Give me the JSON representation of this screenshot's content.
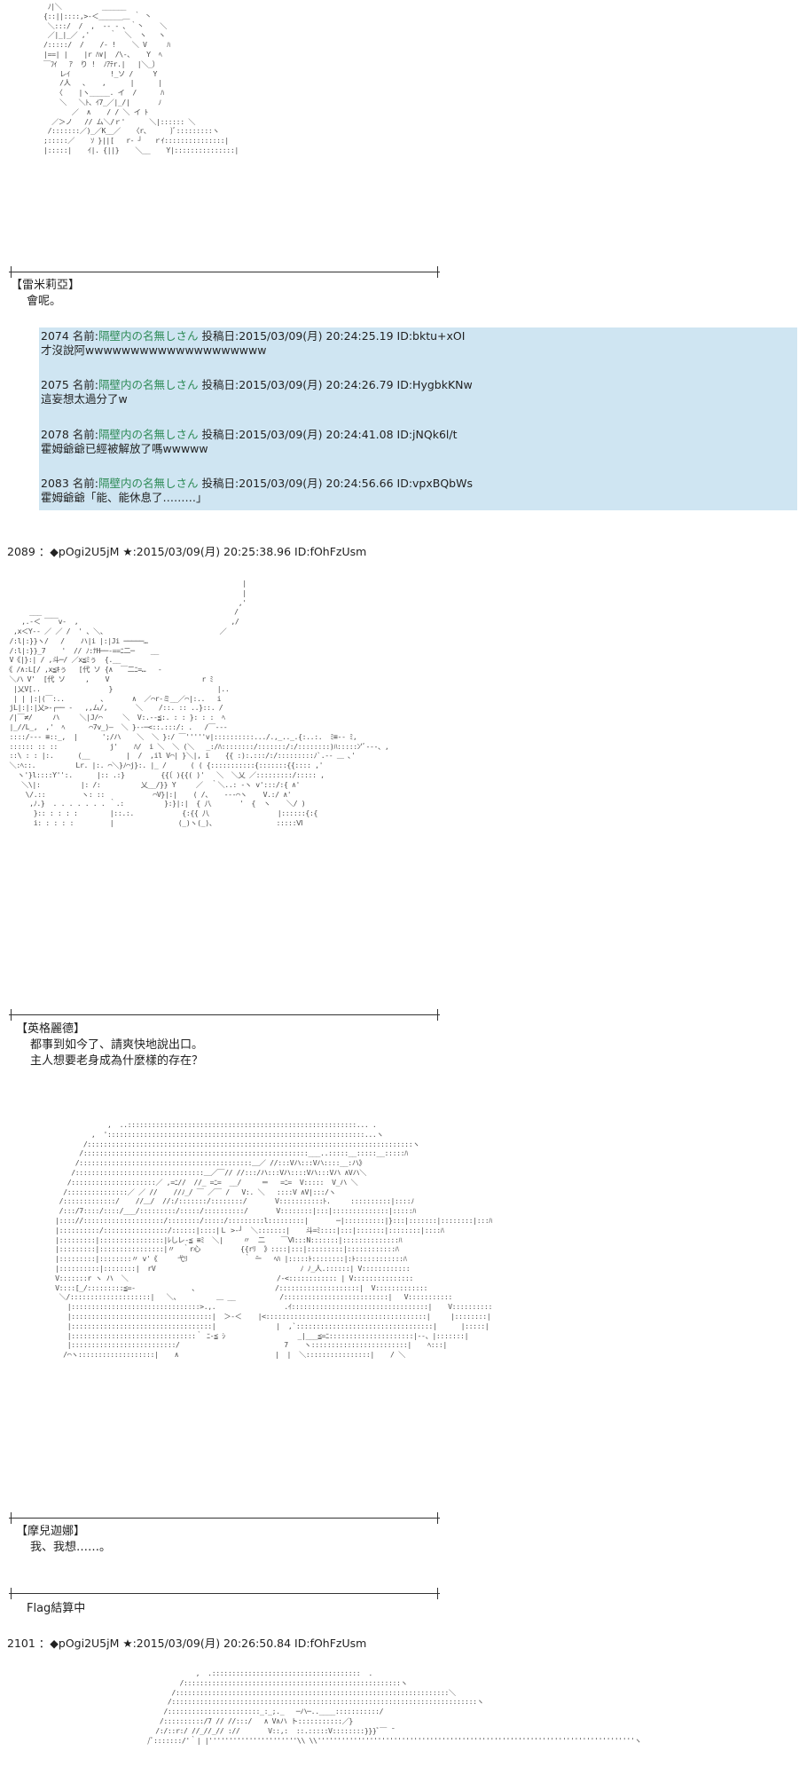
{
  "sections": [
    {
      "speaker": "【雷米莉亞】",
      "lines": [
        "會呢。"
      ]
    }
  ],
  "replies": [
    {
      "num": "2074",
      "label": "名前:",
      "name": "隔壁内の名無しさん",
      "date_label": "投稿日:",
      "date": "2015/03/09(月) 20:24:25.19",
      "id": "ID:bktu+xOI",
      "text": "才沒說阿wwwwwwwwwwwwwwwwwwww"
    },
    {
      "num": "2075",
      "label": "名前:",
      "name": "隔壁内の名無しさん",
      "date_label": "投稿日:",
      "date": "2015/03/09(月) 20:24:26.79",
      "id": "ID:HygbkKNw",
      "text": "這妄想太過分了w"
    },
    {
      "num": "2078",
      "label": "名前:",
      "name": "隔壁内の名無しさん",
      "date_label": "投稿日:",
      "date": "2015/03/09(月) 20:24:41.08",
      "id": "ID:jNQk6l/t",
      "text": "霍姆爺爺已經被解放了嗎wwwww"
    },
    {
      "num": "2083",
      "label": "名前:",
      "name": "隔壁内の名無しさん",
      "date_label": "投稿日:",
      "date": "2015/03/09(月) 20:24:56.66",
      "id": "ID:vpxBQbWs",
      "text": "霍姆爺爺「能、能休息了………」"
    }
  ],
  "post_2089": {
    "header": "2089 ：◆pOgi2U5jM ★:2015/03/09(月) 20:25:38.96 ID:fOhFzUsm"
  },
  "section_2": {
    "speaker": "【英格麗德】",
    "line1": "都事到如今了、請爽快地說出口。",
    "line2": "主人想要老身成為什麼樣的存在？"
  },
  "section_3": {
    "speaker": "【摩兒迦娜】",
    "line1": "我、我想……。"
  },
  "flag_note": "Flag結算中",
  "post_2101": {
    "header": "2101 ：◆pOgi2U5jM ★:2015/03/09(月) 20:26:50.84 ID:fOhFzUsm"
  },
  "colors": {
    "quote_bg": "#cfe5f2",
    "name_color": "#2e8b57",
    "rule": "#333333"
  }
}
